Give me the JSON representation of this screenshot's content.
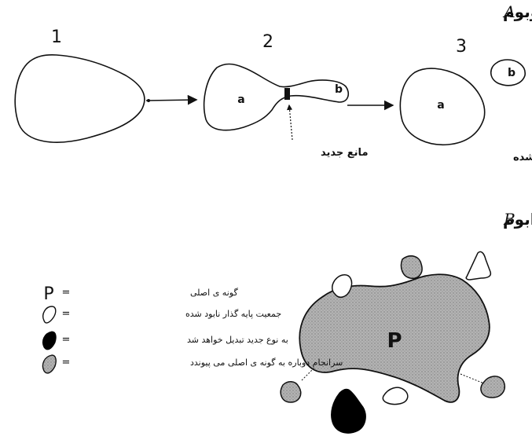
{
  "sectionA": {
    "letter": "A.",
    "title": "گونه زایی دوبوم",
    "stage_numbers": [
      "1",
      "2",
      "3"
    ],
    "label_a_stage2": "a",
    "label_b_stage2": "b",
    "label_a_stage3": "a",
    "label_b_stage3": "b",
    "barrier_caption": "مانع جدید",
    "complete_caption": "گونه زایی کامل شده"
  },
  "sectionB": {
    "letter": "B.",
    "title": "گونه زایی پیرابوم",
    "main_label": "P"
  },
  "legend": {
    "items": [
      {
        "symbol": "P",
        "equals": "=",
        "text": "گونه ی اصلی"
      },
      {
        "symbol": "",
        "equals": "=",
        "text": "جمعیت پایه گذار نابود شده"
      },
      {
        "symbol": "",
        "equals": "=",
        "text": "به نوع جدید تبدیل خواهد شد"
      },
      {
        "symbol": "",
        "equals": "=",
        "text": "سرانجام دوباره به گونه ی اصلی می پیوندد"
      }
    ]
  },
  "colors": {
    "stroke": "#111111",
    "stipple_fill": "#a9a9a9",
    "solid_fill": "#000000",
    "background": "#ffffff"
  }
}
